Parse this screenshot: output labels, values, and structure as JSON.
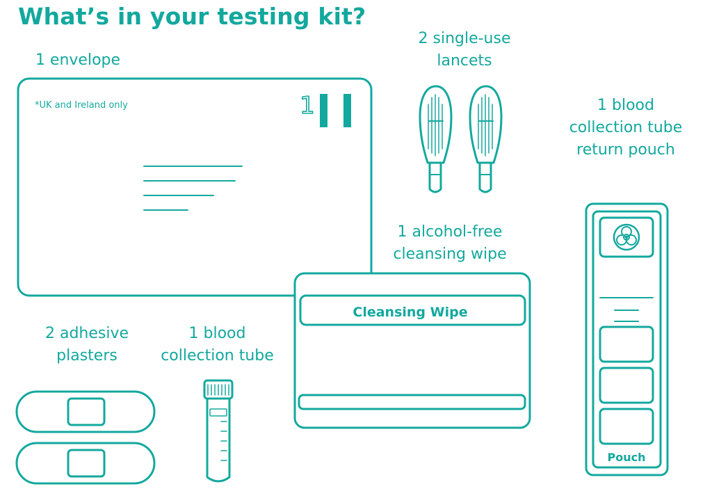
{
  "title": "What’s in your testing kit?",
  "items": {
    "envelope": {
      "label": "1 envelope",
      "note": "*UK and Ireland only",
      "stamp_number": "1"
    },
    "lancets": {
      "label": "2 single-use\nlancets"
    },
    "return_pouch": {
      "label": "1 blood\ncollection tube\nreturn pouch",
      "pouch_text": "Pouch"
    },
    "wipe": {
      "label": "1 alcohol-free\ncleansing wipe",
      "packet_text": "Cleansing Wipe"
    },
    "plasters": {
      "label": "2 adhesive\nplasters"
    },
    "tube": {
      "label": "1 blood\ncollection tube"
    }
  },
  "colors": {
    "accent": "#13a89e",
    "background": "#ffffff"
  },
  "icons": {
    "pouch": "biohazard-icon"
  }
}
